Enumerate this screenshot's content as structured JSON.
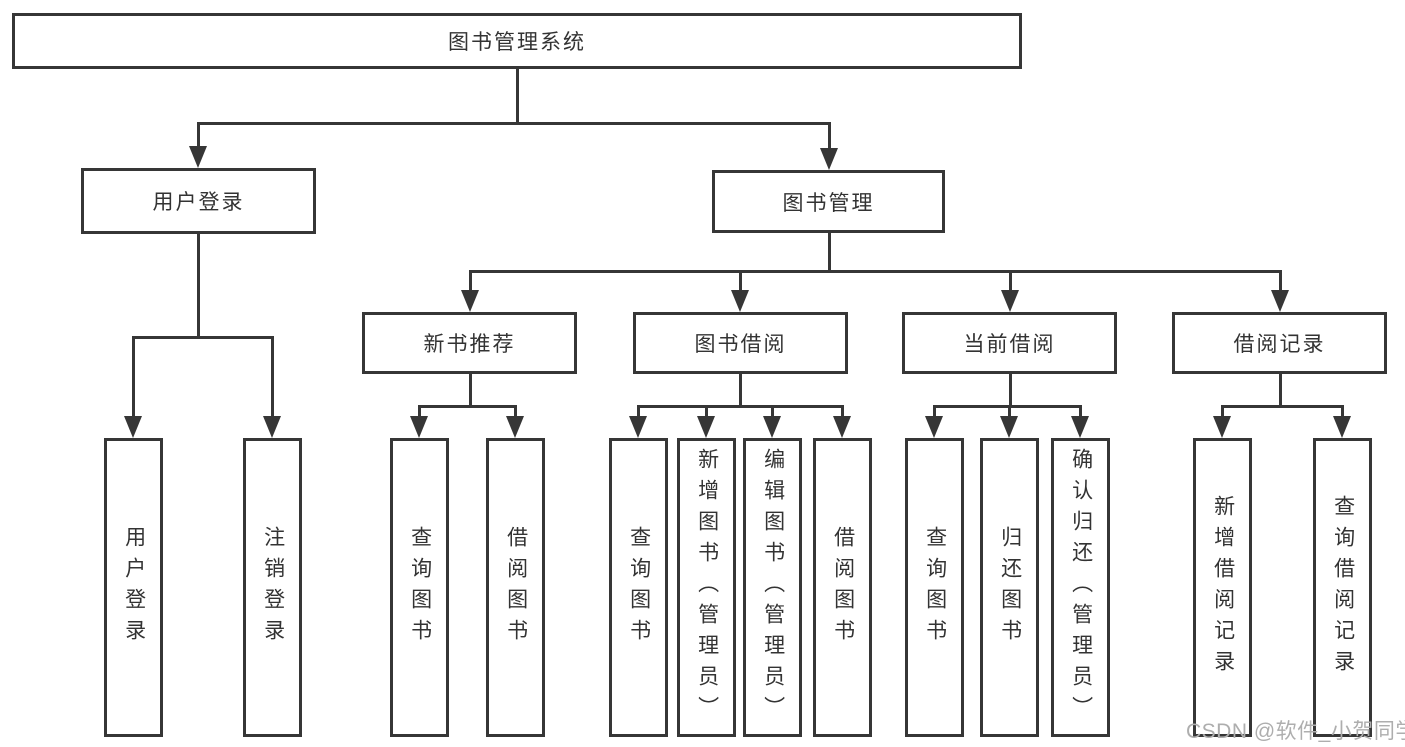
{
  "colors": {
    "background": "#ffffff",
    "line": "#363636",
    "text": "#333333",
    "watermark": "#aeaeae"
  },
  "watermark": "CSDN @软件_小贺同学",
  "nodes": {
    "root": "图书管理系统",
    "level1": {
      "login": "用户登录",
      "management": "图书管理"
    },
    "level2": {
      "recommend": "新书推荐",
      "borrow": "图书借阅",
      "current": "当前借阅",
      "records": "借阅记录"
    },
    "leaves": {
      "login": [
        "用户登录",
        "注销登录"
      ],
      "recommend": [
        "查询图书",
        "借阅图书"
      ],
      "borrow": [
        "查询图书",
        "新增图书（管理员）",
        "编辑图书（管理员）",
        "借阅图书"
      ],
      "current": [
        "查询图书",
        "归还图书",
        "确认归还（管理员）"
      ],
      "records": [
        "新增借阅记录",
        "查询借阅记录"
      ]
    }
  }
}
